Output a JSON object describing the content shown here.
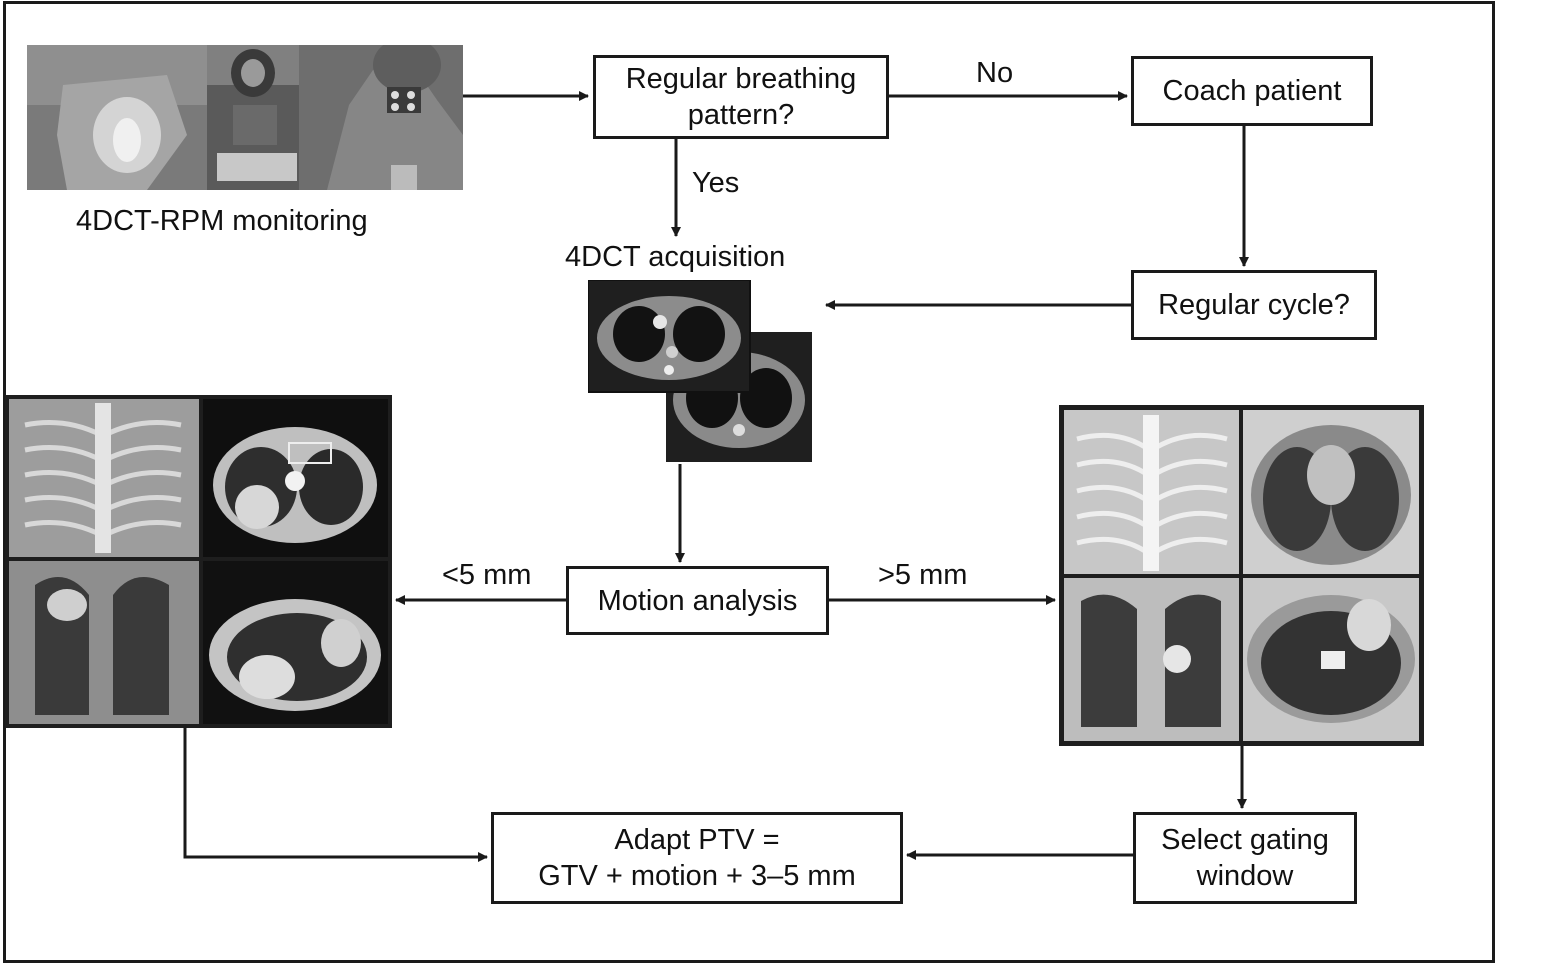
{
  "diagram": {
    "labels": {
      "monitoring": "4DCT-RPM monitoring",
      "acquisition": "4DCT acquisition",
      "no": "No",
      "yes": "Yes",
      "less_than": "<5 mm",
      "greater_than": ">5 mm"
    },
    "nodes": {
      "regular_breathing_line1": "Regular breathing",
      "regular_breathing_line2": "pattern?",
      "coach_patient": "Coach patient",
      "regular_cycle": "Regular cycle?",
      "motion_analysis": "Motion analysis",
      "adapt_ptv_line1": "Adapt PTV =",
      "adapt_ptv_line2": "GTV + motion + 3–5 mm",
      "select_gating_line1": "Select gating",
      "select_gating_line2": "window"
    },
    "images": [
      "rpm-setup-photos",
      "axial-ct-slices",
      "small-motion-ct-views",
      "large-motion-ct-views"
    ],
    "colors": {
      "line": "#1a1a1a",
      "background": "#ffffff"
    }
  }
}
